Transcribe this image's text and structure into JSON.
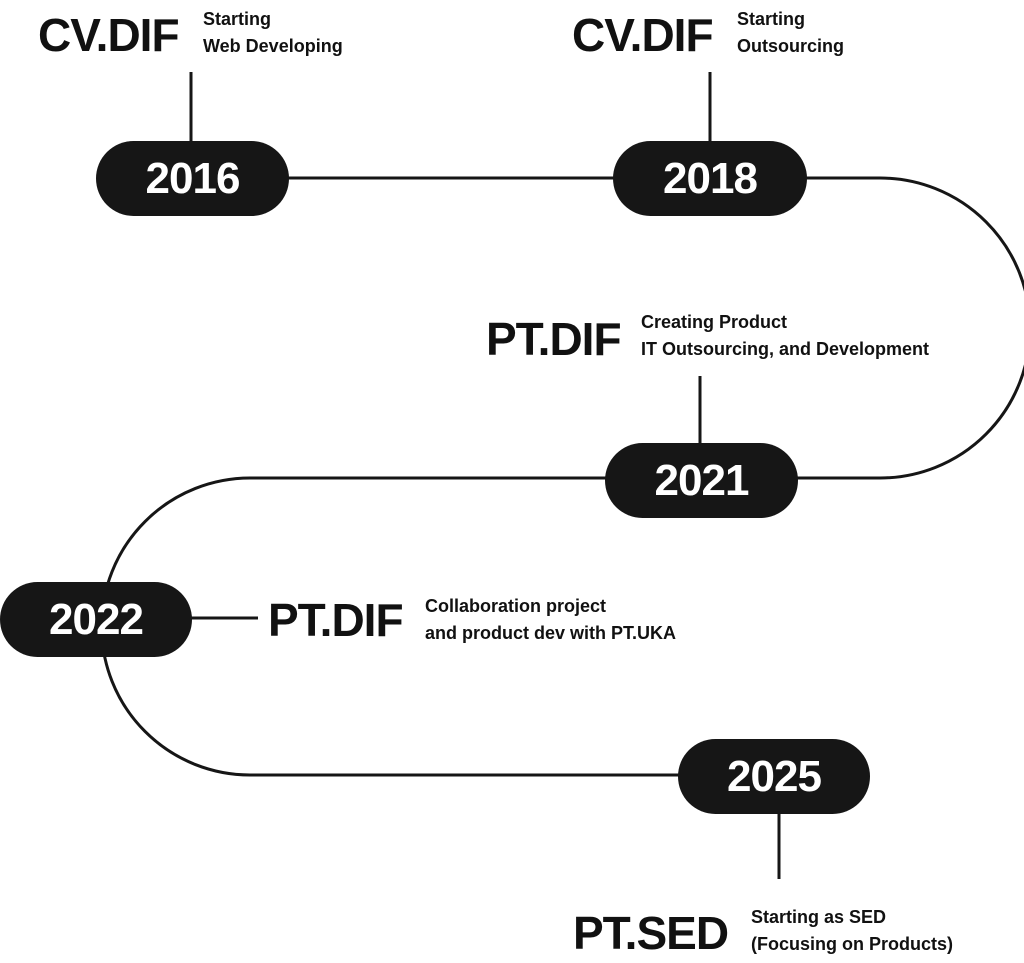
{
  "colors": {
    "line": "#161616",
    "pill_background": "#161616",
    "pill_text": "#ffffff",
    "text": "#111111"
  },
  "milestones": [
    {
      "year": "2016",
      "company": "CV.DIF",
      "description": [
        "Starting",
        "Web Developing"
      ]
    },
    {
      "year": "2018",
      "company": "CV.DIF",
      "description": [
        "Starting",
        "Outsourcing"
      ]
    },
    {
      "year": "2021",
      "company": "PT.DIF",
      "description": [
        "Creating Product",
        "IT Outsourcing, and Development"
      ]
    },
    {
      "year": "2022",
      "company": "PT.DIF",
      "description": [
        "Collaboration project",
        "and product dev with PT.UKA"
      ]
    },
    {
      "year": "2025",
      "company": "PT.SED",
      "description": [
        "Starting as SED",
        "(Focusing on Products)"
      ]
    }
  ]
}
